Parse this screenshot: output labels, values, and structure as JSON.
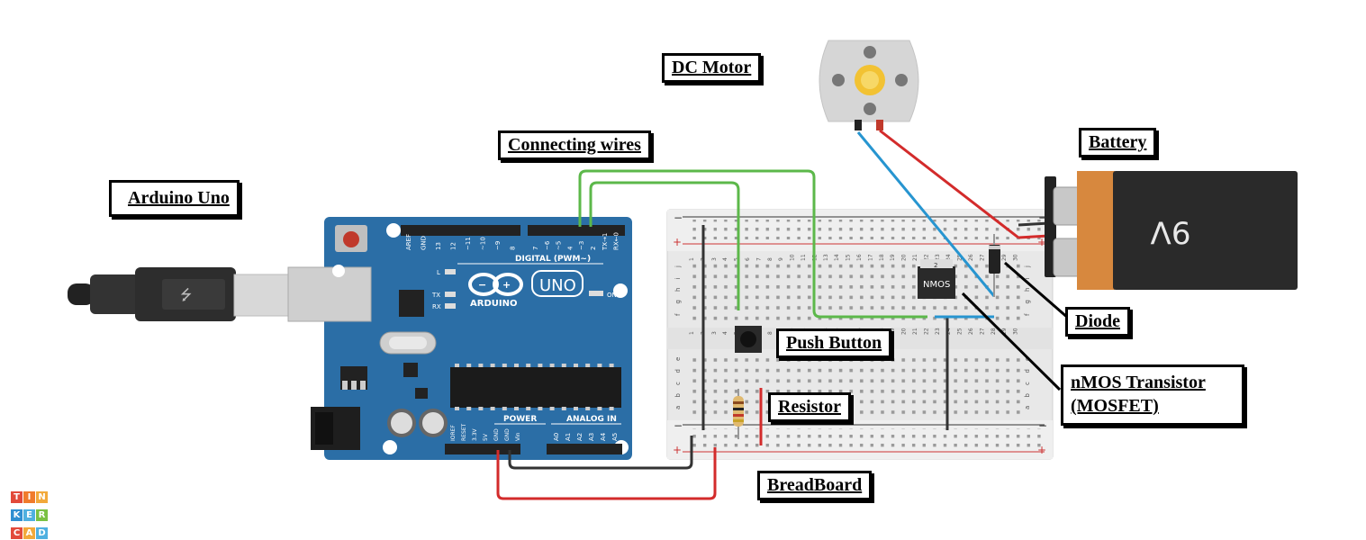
{
  "labels": {
    "dc_motor": "DC Motor",
    "connecting_wires": "Connecting wires",
    "battery": "Battery",
    "arduino_uno": "Arduino Uno",
    "diode": "Diode",
    "push_button": "Push Button",
    "nmos_line1": "nMOS Transistor",
    "nmos_line2": "(MOSFET)",
    "resistor": "Resistor",
    "breadboard": "BreadBoard"
  },
  "components": {
    "battery_text": "9V",
    "transistor_text": "NMOS",
    "transistor_pin": "2",
    "arduino_brand": "ARDUINO",
    "arduino_model": "UNO",
    "digital_header": "DIGITAL (PWM~)",
    "power_header": "POWER",
    "analog_header": "ANALOG IN",
    "on_label": "ON",
    "l_label": "L",
    "tx_label": "TX",
    "rx_label": "RX",
    "digital_pins": [
      "AREF",
      "GND",
      "13",
      "12",
      "~11",
      "~10",
      "~9",
      "8",
      "7",
      "~6",
      "~5",
      "4",
      "~3",
      "2",
      "TX→1",
      "RX←0"
    ],
    "power_pins": [
      "IOREF",
      "RESET",
      "3.3V",
      "5V",
      "GND",
      "GND",
      "Vin"
    ],
    "analog_pins": [
      "A0",
      "A1",
      "A2",
      "A3",
      "A4",
      "A5"
    ],
    "bb_row_letters_top": [
      "j",
      "i",
      "h",
      "g",
      "f"
    ],
    "bb_row_letters_bottom": [
      "e",
      "d",
      "c",
      "b",
      "a"
    ],
    "bb_column_numbers": [
      "1",
      "2",
      "3",
      "4",
      "5",
      "6",
      "7",
      "8",
      "9",
      "10",
      "11",
      "12",
      "13",
      "14",
      "15",
      "16",
      "17",
      "18",
      "19",
      "20",
      "21",
      "22",
      "23",
      "24",
      "25",
      "26",
      "27",
      "28",
      "29",
      "30"
    ]
  },
  "logo": {
    "letters": [
      "T",
      "I",
      "N",
      "K",
      "E",
      "R",
      "C",
      "A",
      "D"
    ],
    "colors": [
      "#e24a3b",
      "#f07b2c",
      "#f2a93b",
      "#2f8fd1",
      "#4fb0e0",
      "#7ac143",
      "#e24a3b",
      "#f2a93b",
      "#4fb0e0"
    ]
  },
  "colors": {
    "arduino_blue": "#2b6ea6",
    "wire_green": "#5cb84a",
    "wire_red": "#d32b2b",
    "wire_blue": "#2795d0",
    "wire_black": "#333333",
    "battery_orange": "#d7883e"
  }
}
